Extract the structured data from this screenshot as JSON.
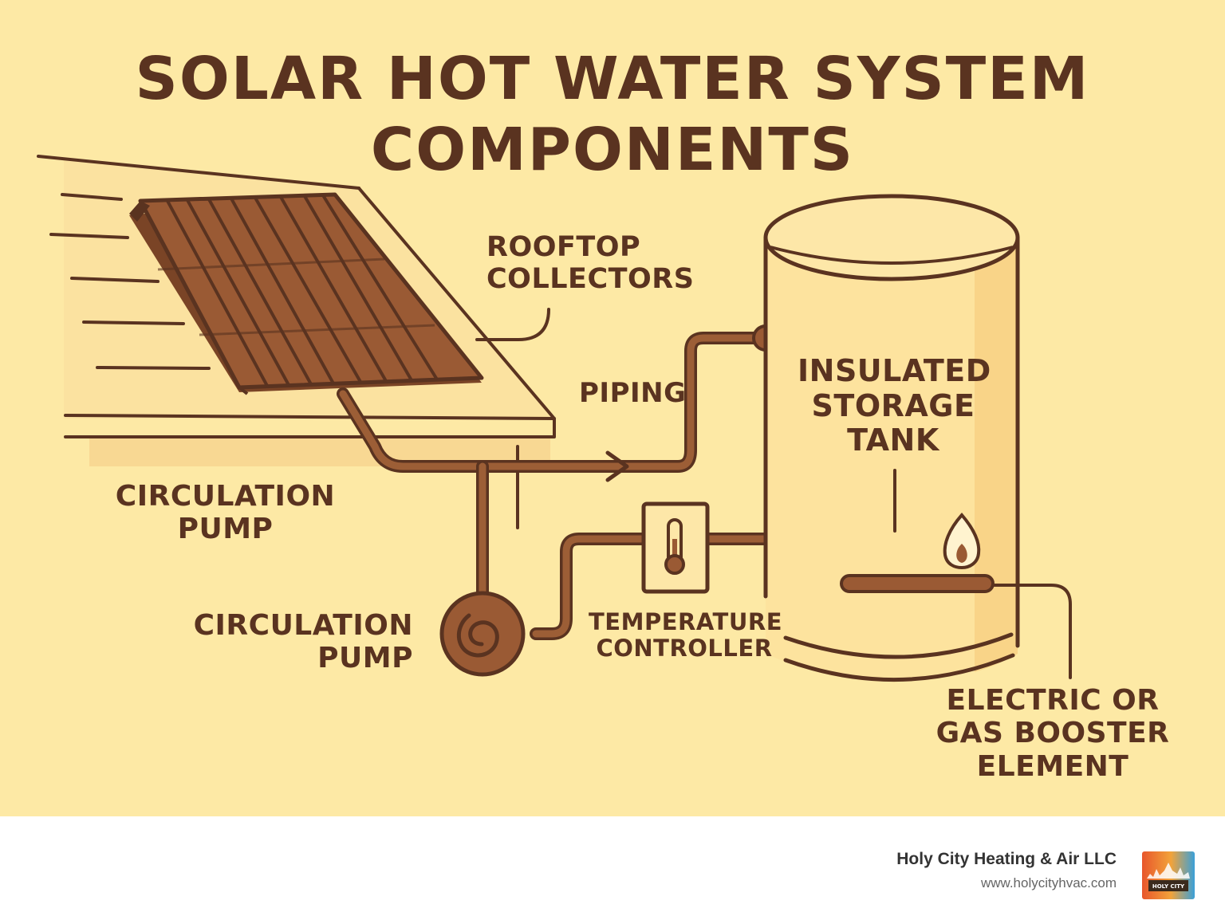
{
  "title_line1": "SOLAR HOT WATER SYSTEM",
  "title_line2": "COMPONENTS",
  "labels": {
    "rooftop_collectors": [
      "ROOFTOP",
      "COLLECTORS"
    ],
    "piping": "PIPING",
    "insulated_storage_tank": [
      "INSULATED",
      "STORAGE",
      "TANK"
    ],
    "circulation_pump_upper": [
      "CIRCULATION",
      "PUMP"
    ],
    "circulation_pump_lower": [
      "CIRCULATION",
      "PUMP"
    ],
    "temperature_controller": [
      "TEMPERATURE",
      "CONTROLLER"
    ],
    "booster_element": [
      "ELECTRIC OR",
      "GAS BOOSTER",
      "ELEMENT"
    ]
  },
  "footer": {
    "company": "Holy City Heating & Air LLC",
    "website": "www.holycityhvac.com",
    "logo_text": "HOLY CITY"
  },
  "colors": {
    "background": "#fde9a5",
    "ink": "#5a3320",
    "pipe": "#8b5230",
    "panel": "#9a5a34",
    "footer_bg": "#ffffff"
  },
  "icons": [
    "solar-panel-icon",
    "thermometer-icon",
    "flame-icon",
    "pump-icon",
    "storage-tank-icon"
  ]
}
